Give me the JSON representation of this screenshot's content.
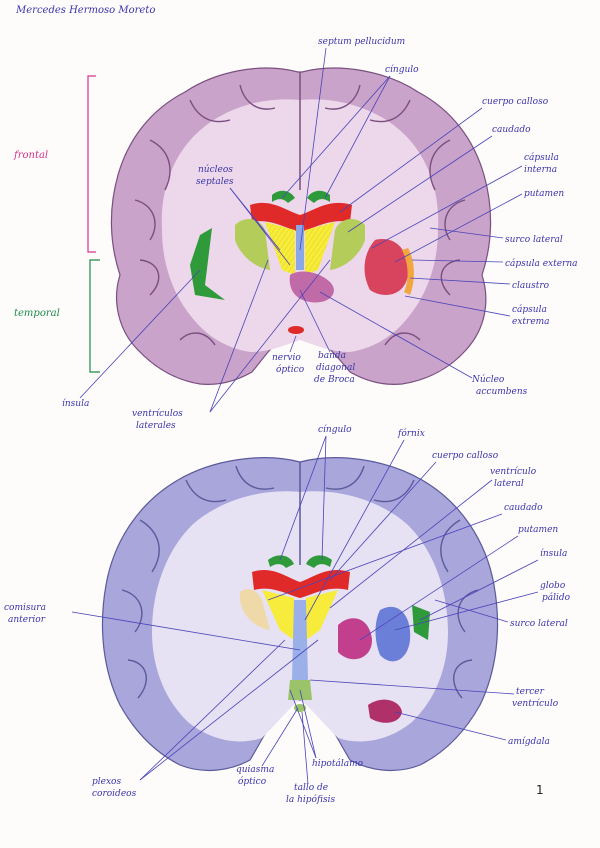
{
  "author": "Mercedes Hermoso Moreto",
  "page_number": "1",
  "colors": {
    "ink": "#3a34a8",
    "frontal": "#d6338a",
    "temporal": "#1f8a4a",
    "cortex_top": "#c9a3c9",
    "cortex_bottom": "#a9a6dc"
  },
  "top_section": {
    "frontal_label": "frontal",
    "temporal_label": "temporal",
    "labels": {
      "septum": "septum pellucidum",
      "cingulo": "cíngulo",
      "cuerpo_calloso": "cuerpo calloso",
      "caudado": "caudado",
      "capsula_interna_1": "cápsula",
      "capsula_interna_2": "interna",
      "putamen": "putamen",
      "surco_lateral": "surco lateral",
      "capsula_externa": "cápsula externa",
      "claustro": "claustro",
      "capsula_extrema_1": "cápsula",
      "capsula_extrema_2": "extrema",
      "nucleo_1": "Núcleo",
      "nucleo_2": "accumbens",
      "banda_1": "banda",
      "banda_2": "diagonal",
      "banda_3": "de Broca",
      "nervio_1": "nervio",
      "nervio_2": "óptico",
      "nucleos_1": "núcleos",
      "nucleos_2": "septales",
      "insula": "ínsula",
      "ventriculos_1": "ventrículos",
      "ventriculos_2": "laterales"
    }
  },
  "bottom_section": {
    "labels": {
      "cingulo": "cíngulo",
      "fornix": "fórnix",
      "cuerpo_calloso": "cuerpo calloso",
      "ventriculo_1": "ventrículo",
      "ventriculo_2": "lateral",
      "caudado": "caudado",
      "putamen": "putamen",
      "insula": "ínsula",
      "globo_1": "globo",
      "globo_2": "pálido",
      "surco_lateral": "surco lateral",
      "comisura_1": "comisura",
      "comisura_2": "anterior",
      "tercer_1": "tercer",
      "tercer_2": "ventrículo",
      "amigdala": "amígdala",
      "quiasma_1": "quiasma",
      "quiasma_2": "óptico",
      "hipotalamo": "hipotálamo",
      "tallo_1": "tallo de",
      "tallo_2": "la hipófisis",
      "plexos_1": "plexos",
      "plexos_2": "coroideos"
    }
  }
}
